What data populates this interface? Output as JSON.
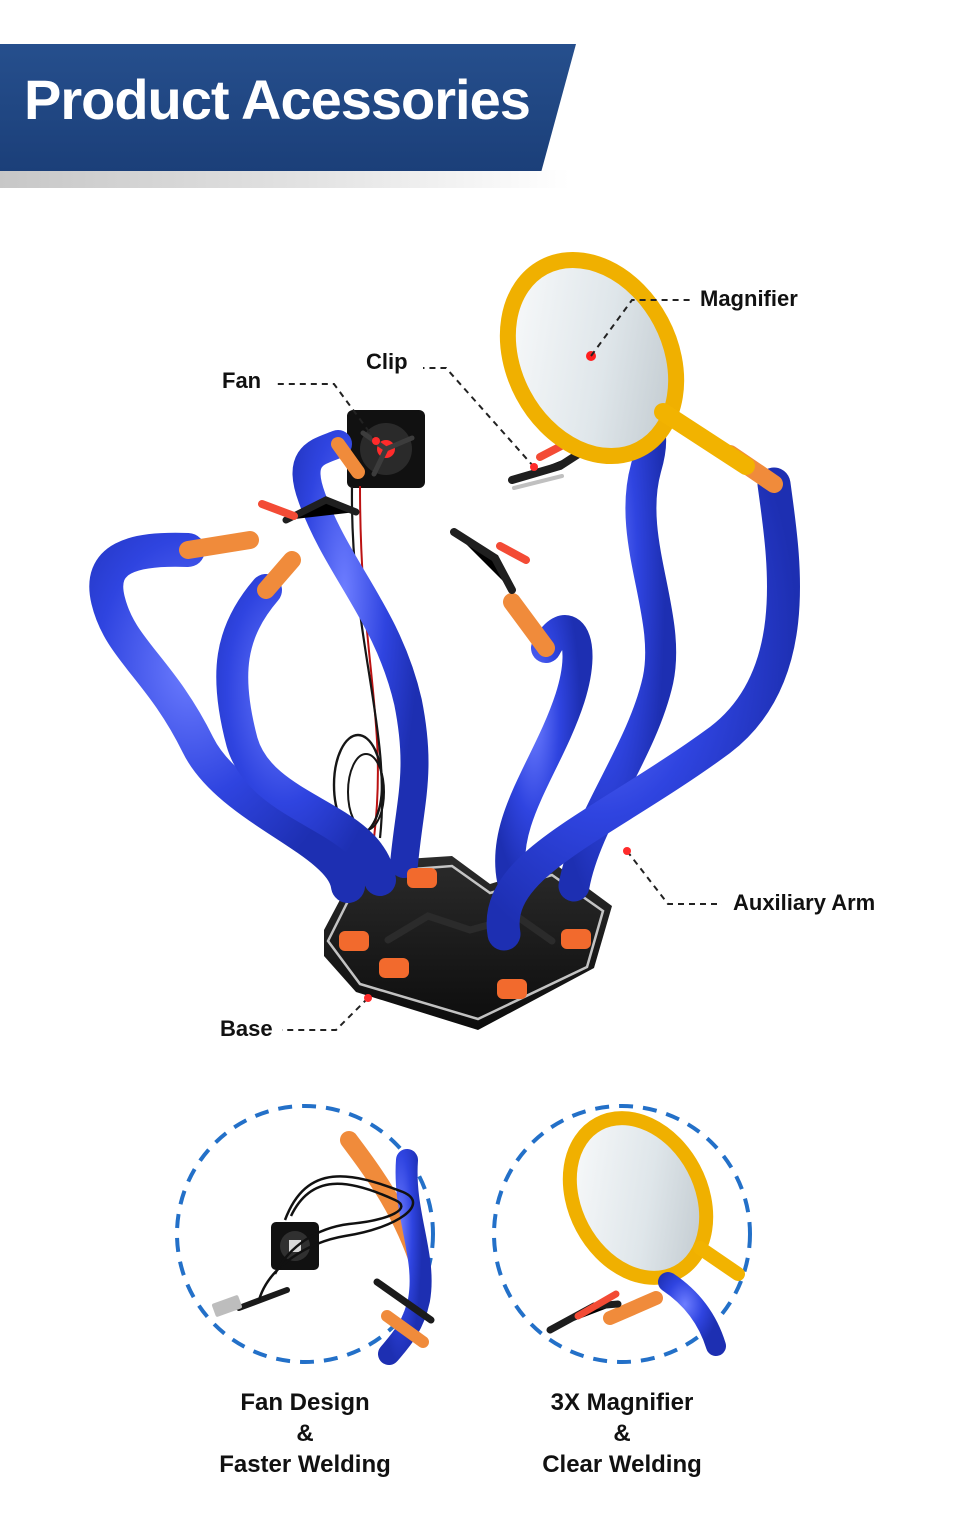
{
  "header": {
    "title": "Product Acessories"
  },
  "callouts": {
    "magnifier": "Magnifier",
    "clip": "Clip",
    "fan": "Fan",
    "auxiliary_arm": "Auxiliary Arm",
    "base": "Base"
  },
  "features": [
    {
      "line1": "Fan Design",
      "line2": "&",
      "line3": "Faster Welding"
    },
    {
      "line1": "3X Magnifier",
      "line2": "&",
      "line3": "Clear Welding"
    }
  ],
  "colors": {
    "banner_blue": "#264f8d",
    "arm_blue": "#2a3fd8",
    "accent_orange": "#f08b3b",
    "base_black": "#161616",
    "magnifier_gold": "#f2b300"
  }
}
